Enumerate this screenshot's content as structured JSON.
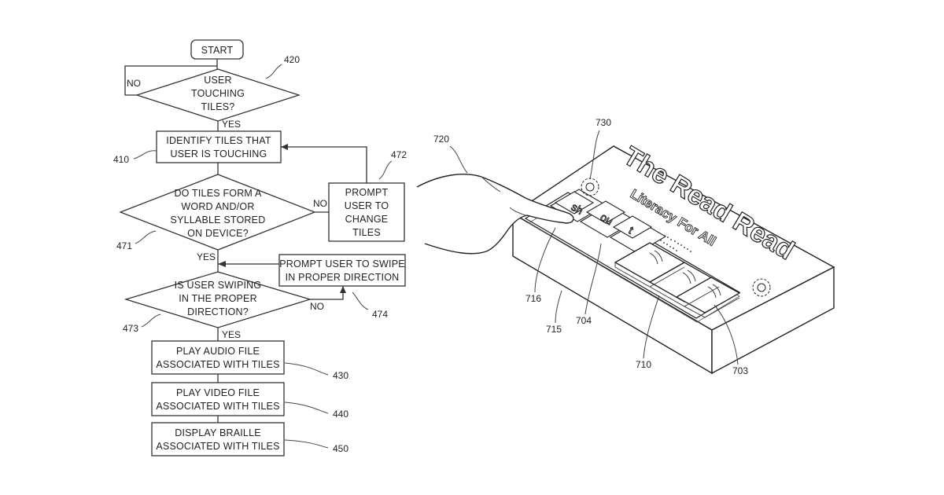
{
  "flowchart": {
    "start": "START",
    "d420": [
      "USER",
      "TOUCHING",
      "TILES?"
    ],
    "b410": [
      "IDENTIFY TILES THAT",
      "USER IS TOUCHING"
    ],
    "d471": [
      "DO TILES FORM A",
      "WORD AND/OR",
      "SYLLABLE STORED",
      "ON DEVICE?"
    ],
    "b472": [
      "PROMPT",
      "USER TO",
      "CHANGE",
      "TILES"
    ],
    "d473": [
      "IS USER SWIPING",
      "IN THE PROPER",
      "DIRECTION?"
    ],
    "b474": [
      "PROMPT USER TO SWIPE",
      "IN PROPER DIRECTION"
    ],
    "b430": [
      "PLAY AUDIO FILE",
      "ASSOCIATED WITH TILES"
    ],
    "b440": [
      "PLAY VIDEO FILE",
      "ASSOCIATED WITH TILES"
    ],
    "b450": [
      "DISPLAY BRAILLE",
      "ASSOCIATED WITH TILES"
    ],
    "yes": "YES",
    "no": "NO",
    "refs": {
      "r420": "420",
      "r410": "410",
      "r471": "471",
      "r472": "472",
      "r473": "473",
      "r474": "474",
      "r430": "430",
      "r440": "440",
      "r450": "450"
    }
  },
  "device": {
    "title": "The Read Read",
    "subtitle": "Literacy For All",
    "tile_labels": [
      "sh",
      "ou",
      "t"
    ],
    "refs": {
      "r720": "720",
      "r730": "730",
      "r716": "716",
      "r715": "715",
      "r704": "704",
      "r710": "710",
      "r703": "703"
    }
  }
}
